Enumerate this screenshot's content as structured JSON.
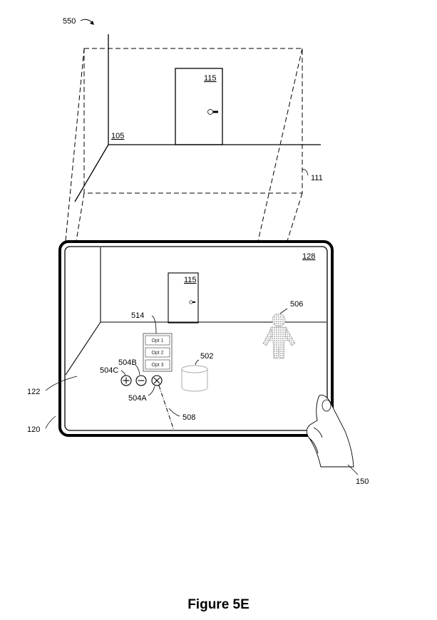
{
  "labels": {
    "fig_ref": "550",
    "room_door": "115",
    "room_wall": "105",
    "room_frustum": "111",
    "screen_view": "128",
    "screen_door": "115",
    "menu": "514",
    "person": "506",
    "object": "502",
    "ctrl_b": "504B",
    "ctrl_c": "504C",
    "ctrl_a": "504A",
    "ray": "508",
    "display": "122",
    "device": "120",
    "hand": "150"
  },
  "menu_options": [
    "Opt 1",
    "Opt 2",
    "Opt 3"
  ],
  "caption": "Figure 5E"
}
